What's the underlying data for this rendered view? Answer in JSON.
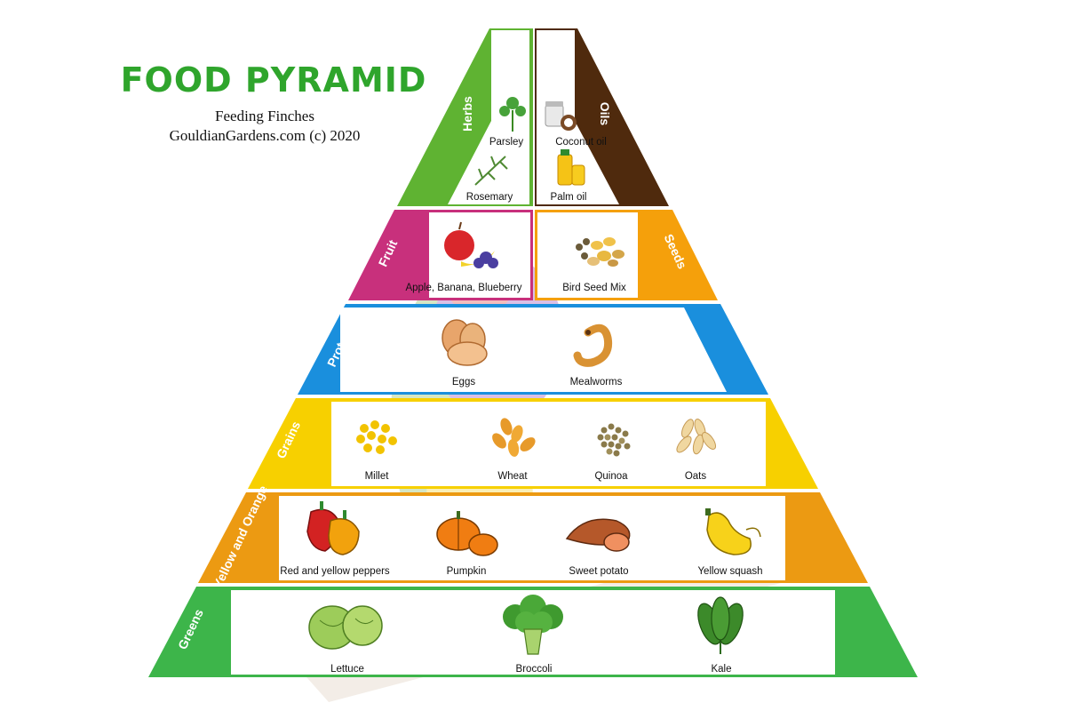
{
  "title": "FOOD PYRAMID",
  "subtitle_1": "Feeding Finches",
  "subtitle_2": "GouldianGardens.com (c) 2020",
  "tiers": {
    "herbs": {
      "label": "Herbs",
      "color": "#5fb332",
      "foods": [
        "Parsley",
        "Rosemary"
      ]
    },
    "oils": {
      "label": "Oils",
      "color": "#4f2a0d",
      "foods": [
        "Coconut oil",
        "Palm oil"
      ]
    },
    "fruit": {
      "label": "Fruit",
      "color": "#c8307c",
      "foods": [
        "Apple, Banana, Blueberry"
      ]
    },
    "seeds": {
      "label": "Seeds",
      "color": "#f5a00b",
      "foods": [
        "Bird Seed Mix"
      ]
    },
    "protein": {
      "label": "Protein",
      "color": "#1a8fdd",
      "foods": [
        "Eggs",
        "Mealworms"
      ]
    },
    "grains": {
      "label": "Grains",
      "color": "#f7d000",
      "foods": [
        "Millet",
        "Wheat",
        "Quinoa",
        "Oats"
      ]
    },
    "yellow_orange": {
      "label": "Yellow and Orange",
      "color": "#ec9a12",
      "foods": [
        "Red and yellow peppers",
        "Pumpkin",
        "Sweet potato",
        "Yellow squash"
      ]
    },
    "greens": {
      "label": "Greens",
      "color": "#3db54a",
      "foods": [
        "Lettuce",
        "Broccoli",
        "Kale"
      ]
    }
  },
  "icons": [
    "parsley-icon",
    "rosemary-icon",
    "coconut-oil-icon",
    "palm-oil-icon",
    "fruit-icon",
    "seed-mix-icon",
    "eggs-icon",
    "mealworm-icon",
    "millet-icon",
    "wheat-icon",
    "quinoa-icon",
    "oats-icon",
    "peppers-icon",
    "pumpkin-icon",
    "sweet-potato-icon",
    "squash-icon",
    "lettuce-icon",
    "broccoli-icon",
    "kale-icon"
  ]
}
